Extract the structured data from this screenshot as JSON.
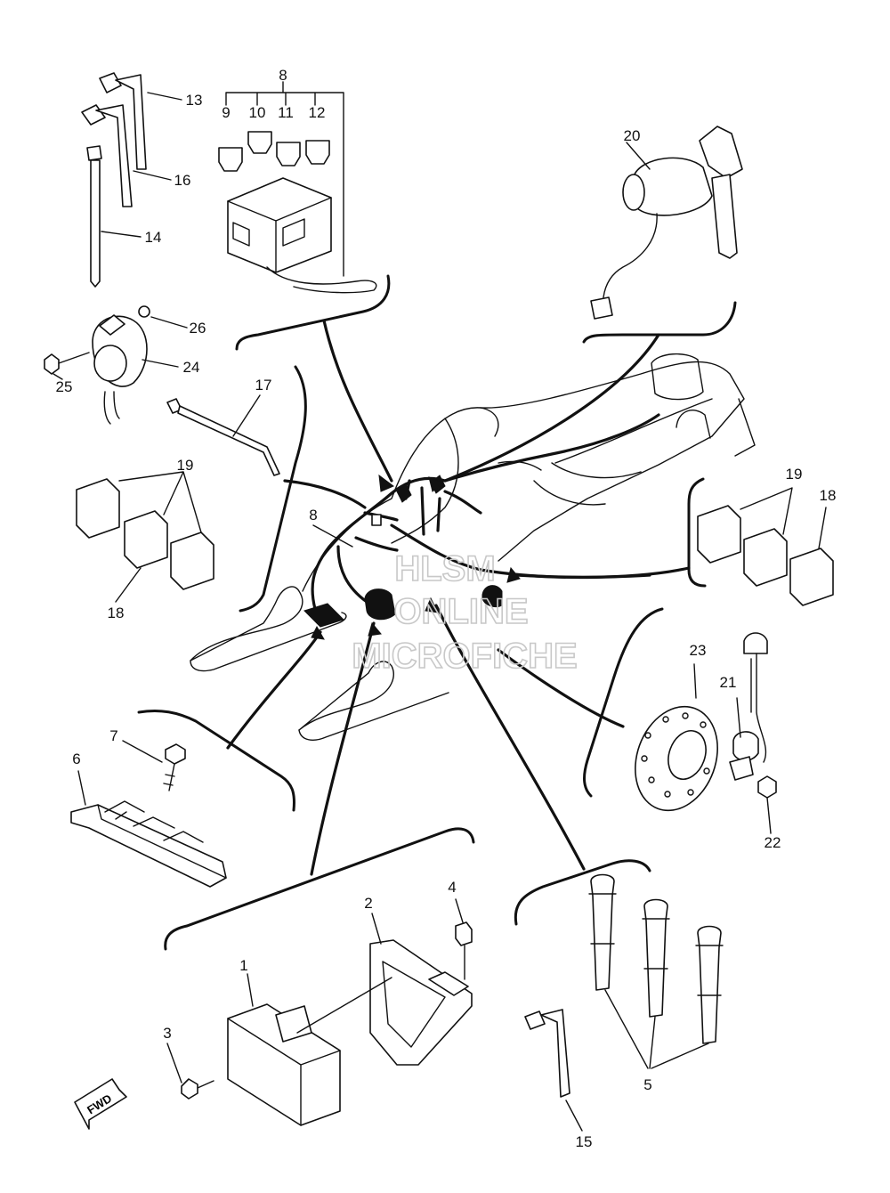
{
  "labels": {
    "n1": "1",
    "n2": "2",
    "n3": "3",
    "n4": "4",
    "n5": "5",
    "n6": "6",
    "n7": "7",
    "n8a": "8",
    "n8b": "8",
    "n9": "9",
    "n10": "10",
    "n11": "11",
    "n12": "12",
    "n13": "13",
    "n14": "14",
    "n15": "15",
    "n16": "16",
    "n17": "17",
    "n18a": "18",
    "n18b": "18",
    "n19a": "19",
    "n19b": "19",
    "n20": "20",
    "n21": "21",
    "n22": "22",
    "n23": "23",
    "n24": "24",
    "n25": "25",
    "n26": "26"
  },
  "watermark": {
    "line1": "HLSM",
    "line2": "ONLINE",
    "line3": "MICROFICHE"
  },
  "fwd_label": "FWD",
  "colors": {
    "ink": "#111111",
    "watermark": "#c8c8c8",
    "background": "#ffffff"
  }
}
